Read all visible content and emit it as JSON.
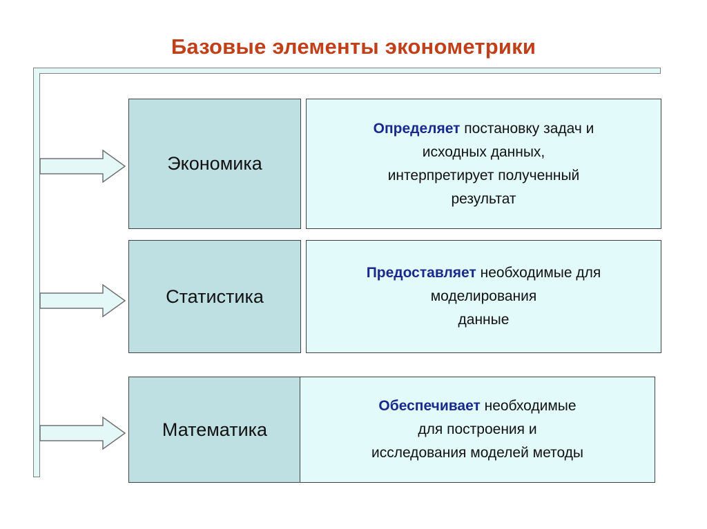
{
  "title": "Базовые элементы эконометрики",
  "colors": {
    "title": "#C0401A",
    "keyword": "#1A2A8C",
    "category_fill": "#BEE0E2",
    "description_fill": "#E2FAFA",
    "connector_fill": "#E4F8F8"
  },
  "rows": [
    {
      "category": "Экономика",
      "keyword": "Определяет",
      "line1_rest": "постановку задач и",
      "line2": "исходных данных,",
      "line3": "интерпретирует полученный",
      "line4": "результат"
    },
    {
      "category": "Статистика",
      "keyword": "Предоставляет",
      "line1_rest": "необходимые для",
      "line2": "моделирования",
      "line3": "данные",
      "line4": ""
    },
    {
      "category": "Математика",
      "keyword": "Обеспечивает",
      "line1_rest": "необходимые",
      "line2": "для построения и",
      "line3": "исследования моделей методы",
      "line4": ""
    }
  ]
}
